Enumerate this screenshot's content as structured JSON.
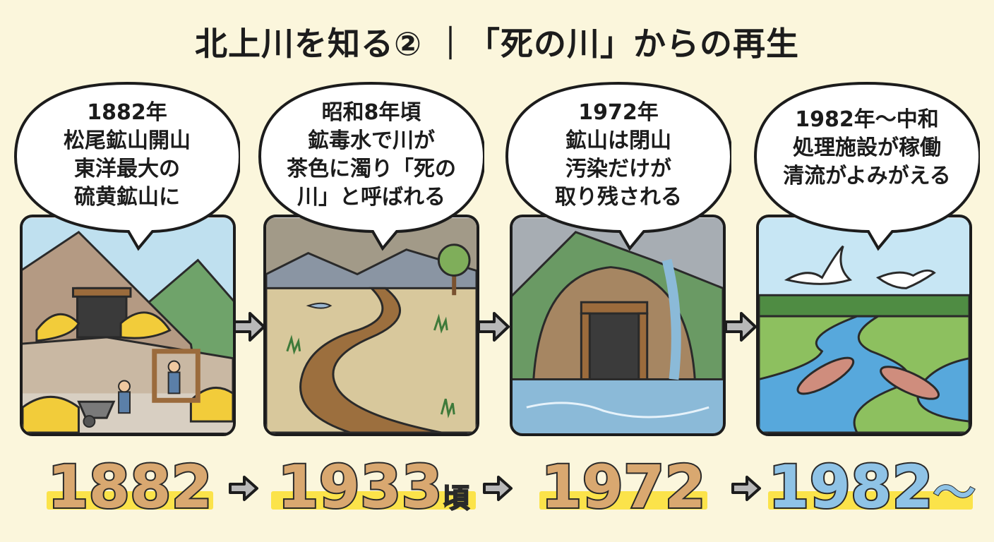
{
  "title": "北上川を知る② ｜「死の川」からの再生",
  "steps": [
    {
      "bubble_lines": [
        "1882年",
        "松尾鉱山開山",
        "東洋最大の",
        "硫黄鉱山に"
      ],
      "year": "1882",
      "year_suffix": "",
      "scene": "mine-icon"
    },
    {
      "bubble_lines": [
        "昭和8年頃",
        "鉱毒水で川が",
        "茶色に濁り「死の",
        "川」と呼ばれる"
      ],
      "year": "1933",
      "year_suffix": "頃",
      "scene": "polluted-river-icon"
    },
    {
      "bubble_lines": [
        "1972年",
        "鉱山は閉山",
        "汚染だけが",
        "取り残される"
      ],
      "year": "1972",
      "year_suffix": "",
      "scene": "closed-mine-icon"
    },
    {
      "bubble_lines": [
        "1982年〜中和",
        "処理施設が稼働",
        "清流がよみがえる"
      ],
      "year": "1982",
      "year_suffix": "〜",
      "scene": "clean-river-icon"
    }
  ],
  "colors": {
    "background": "#fbf6dc",
    "year_old": "#d9a870",
    "year_new": "#8fc3e6",
    "highlight": "#fbe34a"
  }
}
